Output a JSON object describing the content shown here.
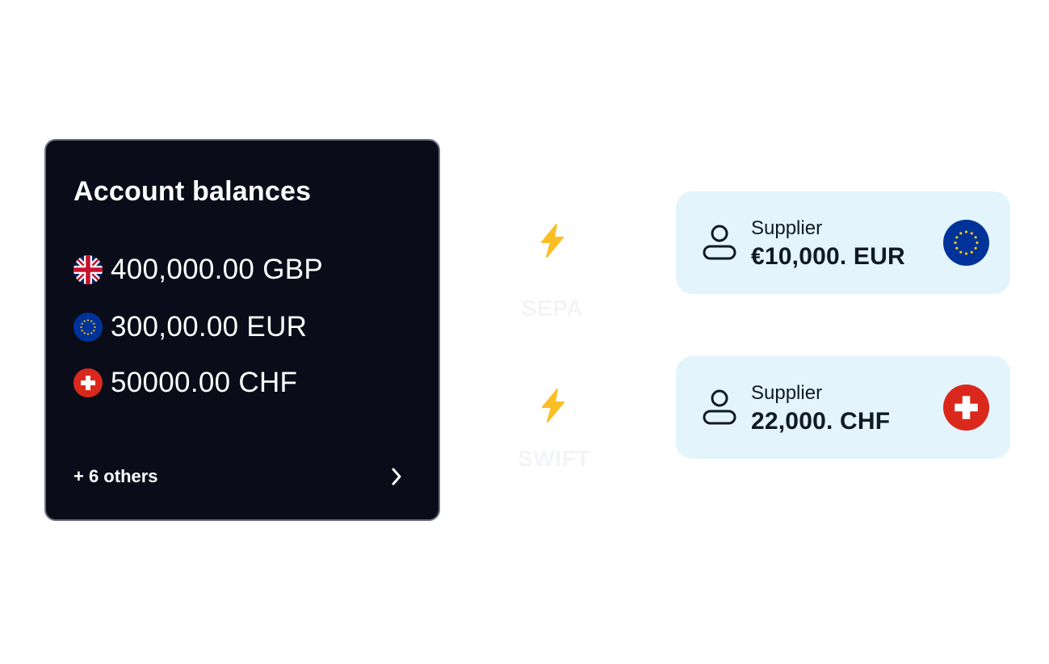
{
  "balances": {
    "title": "Account balances",
    "rows": [
      {
        "currency": "GBP",
        "amount": "400,000.00 GBP",
        "flag_icon": "uk-flag-icon"
      },
      {
        "currency": "EUR",
        "amount": "300,00.00 EUR",
        "flag_icon": "eu-flag-icon"
      },
      {
        "currency": "CHF",
        "amount": "50000.00 CHF",
        "flag_icon": "swiss-flag-icon"
      }
    ],
    "others_label": "+ 6 others",
    "chevron_icon": "chevron-right-icon"
  },
  "rails": [
    {
      "label": "SEPA",
      "icon": "lightning-bolt-icon"
    },
    {
      "label": "SWIFT",
      "icon": "lightning-bolt-icon"
    }
  ],
  "suppliers": [
    {
      "name": "Supplier",
      "amount": "€10,000. EUR",
      "flag_icon": "eu-flag-icon",
      "person_icon": "person-icon"
    },
    {
      "name": "Supplier",
      "amount": "22,000. CHF",
      "flag_icon": "swiss-flag-icon",
      "person_icon": "person-icon"
    }
  ],
  "colors": {
    "card_bg": "#0a0d19",
    "card_border": "#6e7185",
    "supplier_bg": "#e3f4fd",
    "bolt": "#fbbf24",
    "eu_blue": "#003399",
    "eu_star": "#ffcc00",
    "swiss_red": "#da291c"
  }
}
